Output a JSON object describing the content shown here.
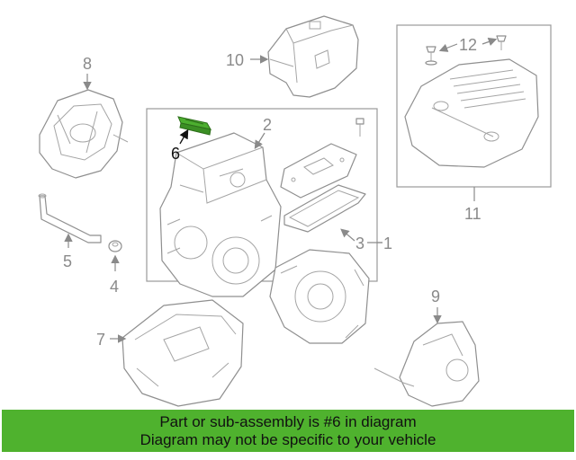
{
  "diagram": {
    "callouts": {
      "c1": "1",
      "c2": "2",
      "c3": "3",
      "c4": "4",
      "c5": "5",
      "c6": "6",
      "c7": "7",
      "c8": "8",
      "c9": "9",
      "c10": "10",
      "c11": "11",
      "c12": "12"
    },
    "highlighted_part": "6",
    "highlight_color": "#4caf2f",
    "callout_color": "#8a8a8a"
  },
  "banner": {
    "line1": "Part or sub-assembly is #6 in diagram",
    "line2": "Diagram may not be specific to your vehicle",
    "background": "#4fb22e"
  }
}
